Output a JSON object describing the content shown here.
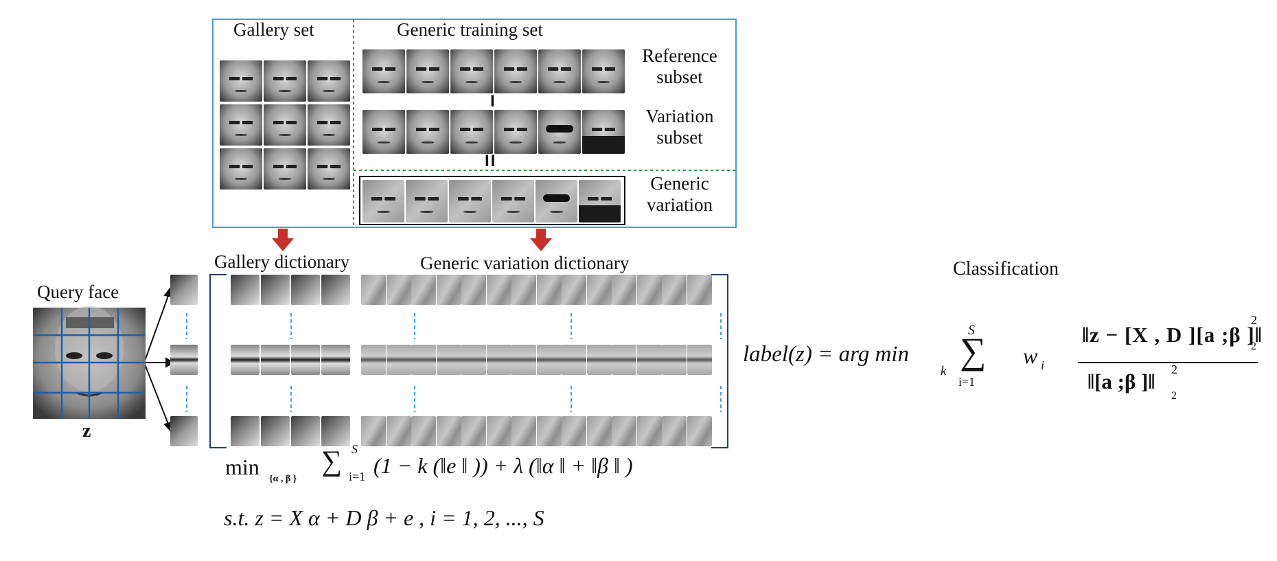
{
  "top": {
    "gallery_set": "Gallery set",
    "generic_training_set": "Generic training set",
    "reference_subset": [
      "Reference",
      "subset"
    ],
    "variation_subset": [
      "Variation",
      "subset"
    ],
    "generic_variation": [
      "Generic",
      "variation"
    ],
    "minus_sign": "I",
    "equals_sign": "II"
  },
  "middle": {
    "gallery_dictionary": "Gallery dictionary",
    "generic_variation_dictionary": "Generic variation dictionary",
    "query_face": "Query face",
    "query_symbol": "z"
  },
  "classification": {
    "title": "Classification",
    "lhs": "label(z) = arg min",
    "sub_k": "k",
    "sum_upper": "S",
    "sum_lower": "i=1",
    "weight": "w",
    "weight_sub": "i",
    "numerator": "‖z − [X , D ][a ;β ]‖",
    "numerator_exp": "2",
    "numerator_sub": "2",
    "denominator": "‖[a ;β ]‖",
    "denominator_exp": "2",
    "denominator_sub": "2"
  },
  "objective": {
    "min": "min",
    "min_sub": "{α , β }",
    "sum_upper": "S",
    "sum_lower": "i=1",
    "body": "(1 − k (‖e ‖ )) + λ (‖α ‖ + ‖β ‖ )",
    "constraint": "s.t. z = X α + D β + e , i = 1, 2, ..., S"
  },
  "colors": {
    "box_blue": "#3ea1d8",
    "dash_green": "#2a9a3a",
    "arrow_red": "#c9302c",
    "grid_blue": "#1f5fa8",
    "bracket_navy": "#233f7a"
  }
}
